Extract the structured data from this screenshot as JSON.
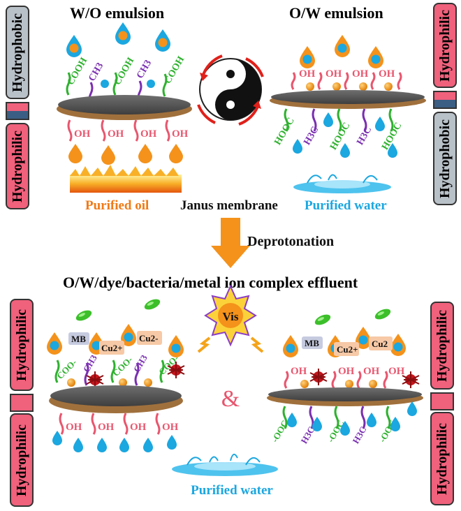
{
  "titles": {
    "wo": "W/O emulsion",
    "ow": "O/W emulsion",
    "complex": "O/W/dye/bacteria/metal ion complex effluent"
  },
  "labels": {
    "purified_oil": "Purified oil",
    "janus": "Janus membrane",
    "purified_water_top": "Purified water",
    "deprotonation": "Deprotonation",
    "purified_water_bottom": "Purified water",
    "ampersand": "&",
    "vis": "Vis"
  },
  "side_labels": {
    "left_top_1": "Hydrophobic",
    "left_top_2": "Hydrophilic",
    "right_top_1": "Hydrophilic",
    "right_top_2": "Hydrophobic",
    "left_bottom_1": "Hydrophilic",
    "left_bottom_2": "Hydrophilic",
    "right_bottom_1": "Hydrophilic",
    "right_bottom_2": "Hydrophilic"
  },
  "chem": {
    "cooh": "COOH",
    "ch3": "CH3",
    "oh": "OH",
    "hooc": "HOOC",
    "h3c": "H3C",
    "coo": "COO-",
    "ooc": "-OOC",
    "mb": "MB",
    "cu1": "Cu2+",
    "cu2": "Cu2-",
    "cu3": "Cu2+",
    "cu4": "Cu2"
  },
  "colors": {
    "hydrophilic": "#f0617c",
    "hydrophobic": "#b9c1c8",
    "oil": "#f4921b",
    "water": "#1ba7e0",
    "cooh": "#2fb12f",
    "ch3": "#7a2fb1",
    "oh": "#e8566e",
    "arrow": "#f4921b",
    "purified_oil": "#f07a16",
    "purified_water": "#1ba7e0"
  }
}
